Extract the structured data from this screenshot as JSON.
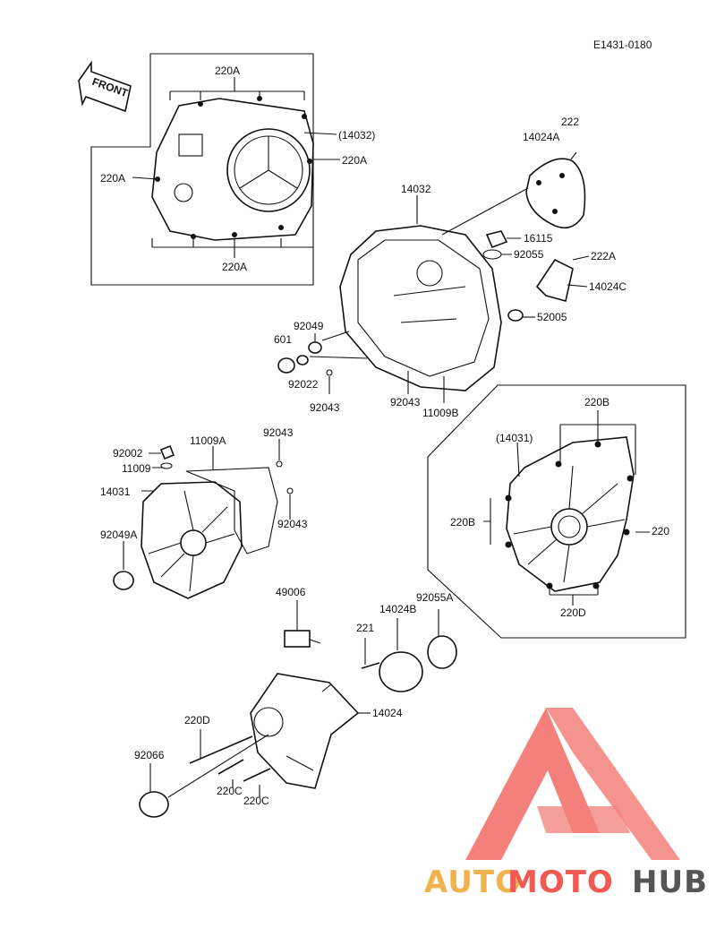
{
  "diagram_code": "E1431-0180",
  "front_marker": "FRONT",
  "watermark": {
    "text_auto": "AUTO",
    "text_moto": "MOTO",
    "text_hub": "HUB",
    "color_auto": "#f0b24d",
    "color_moto": "#f05a52",
    "color_hub": "#555555",
    "triangle_color": "#f2736d"
  },
  "labels": {
    "l220A_top": "220A",
    "l14032_paren": "(14032)",
    "l220A_left": "220A",
    "l220A_right": "220A",
    "l220A_bottom": "220A",
    "l222": "222",
    "l14024A": "14024A",
    "l14032": "14032",
    "l16115": "16115",
    "l92055": "92055",
    "l222A": "222A",
    "l14024C": "14024C",
    "l52005": "52005",
    "l92049": "92049",
    "l601": "601",
    "l92022": "92022",
    "l92043_a": "92043",
    "l92043_b": "92043",
    "l11009B": "11009B",
    "l220B_top": "220B",
    "l14031_paren": "(14031)",
    "l220B_left": "220B",
    "l220_right": "220",
    "l220D_box": "220D",
    "l92002": "92002",
    "l11009A": "11009A",
    "l92043_c": "92043",
    "l11009": "11009",
    "l14031": "14031",
    "l92043_d": "92043",
    "l92049A": "92049A",
    "l49006": "49006",
    "l14024B": "14024B",
    "l92055A": "92055A",
    "l221": "221",
    "l14024": "14024",
    "l220D": "220D",
    "l92066": "92066",
    "l220C_a": "220C",
    "l220C_b": "220C"
  }
}
